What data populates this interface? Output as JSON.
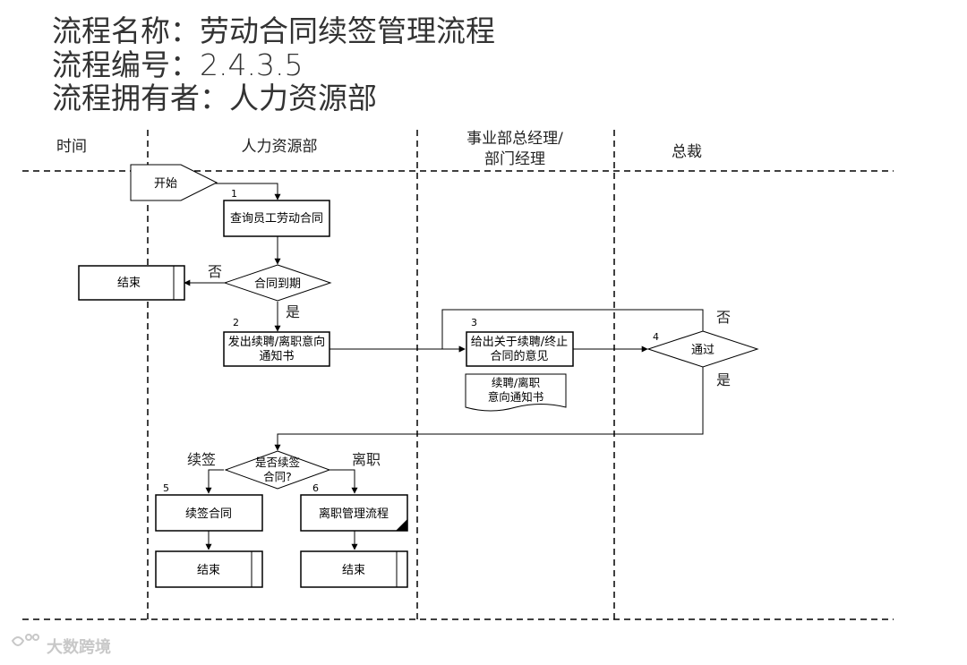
{
  "header": {
    "process_name": "流程名称：劳动合同续签管理流程",
    "process_number": "流程编号：2.4.3.5",
    "process_owner": "流程拥有者：人力资源部"
  },
  "lanes": {
    "time": "时间",
    "hr": "人力资源部",
    "manager_line1": "事业部总经理/",
    "manager_line2": "部门经理",
    "president": "总裁"
  },
  "nodes": {
    "start": "开始",
    "step1_num": "1",
    "step1": "查询员工劳动合同",
    "decision_expire": "合同到期",
    "end_top": "结束",
    "step2_num": "2",
    "step2_line1": "发出续聘/离职意向",
    "step2_line2": "通知书",
    "step3_num": "3",
    "step3_line1": "给出关于续聘/终止",
    "step3_line2": "合同的意见",
    "doc_line1": "续聘/离职",
    "doc_line2": "意向通知书",
    "step4_num": "4",
    "decision_pass": "通过",
    "decision_renew_line1": "是否续签",
    "decision_renew_line2": "合同?",
    "step5_num": "5",
    "step5": "续签合同",
    "step6_num": "6",
    "step6": "离职管理流程",
    "end_left": "结束",
    "end_right": "结束"
  },
  "edge_labels": {
    "no_expire": "否",
    "yes_expire": "是",
    "no_pass": "否",
    "yes_pass": "是",
    "renew": "续签",
    "resign": "离职"
  },
  "watermark": "大数跨境"
}
